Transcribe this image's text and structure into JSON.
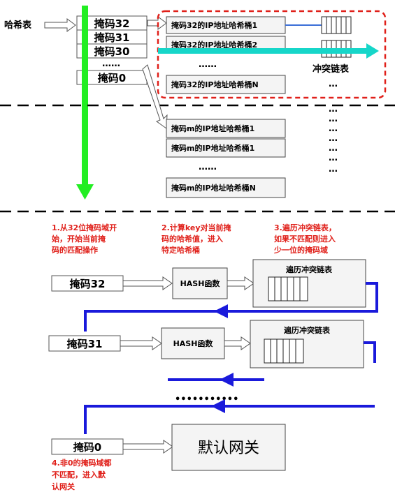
{
  "top": {
    "hash_table_label": "哈希表",
    "mask_boxes": [
      "掩码32",
      "掩码31",
      "掩码30"
    ],
    "mask_dots": "……",
    "mask_zero": "掩码0",
    "bucket32": [
      "掩码32的IP地址哈希桶1",
      "掩码32的IP地址哈希桶2"
    ],
    "bucket32_dots": "……",
    "bucket32_last": "掩码32的IP地址哈希桶N",
    "conflict_label": "冲突链表",
    "vertical_dots": "…",
    "bucketm": [
      "掩码m的IP地址哈希桶1",
      "掩码m的IP地址哈希桶1"
    ],
    "bucketm_dots": "……",
    "bucketm_last": "掩码m的IP地址哈希桶N"
  },
  "bottom": {
    "steps": [
      [
        "1.从32位掩码域开",
        "始，开始当前掩",
        "码的匹配操作"
      ],
      [
        "2.计算key对当前掩",
        "码的哈希值，进入",
        "特定哈希桶"
      ],
      [
        "3.遍历冲突链表，",
        "如果不匹配则进入",
        "少一位的掩码域"
      ]
    ],
    "mask32": "掩码32",
    "mask31": "掩码31",
    "mask0": "掩码0",
    "hash_func": "HASH函数",
    "traverse": "遍历冲突链表",
    "dots": "•••••••••••",
    "default_gw": "默认网关",
    "step4": [
      "4.非0的掩码域都",
      "不匹配，进入默",
      "认网关"
    ]
  },
  "colors": {
    "green_arrow": "#22ee22",
    "cyan_arrow": "#16d6c9",
    "blue_flow": "#1a1adb",
    "red_dash": "#e0201a",
    "red_text": "#e0201a"
  }
}
